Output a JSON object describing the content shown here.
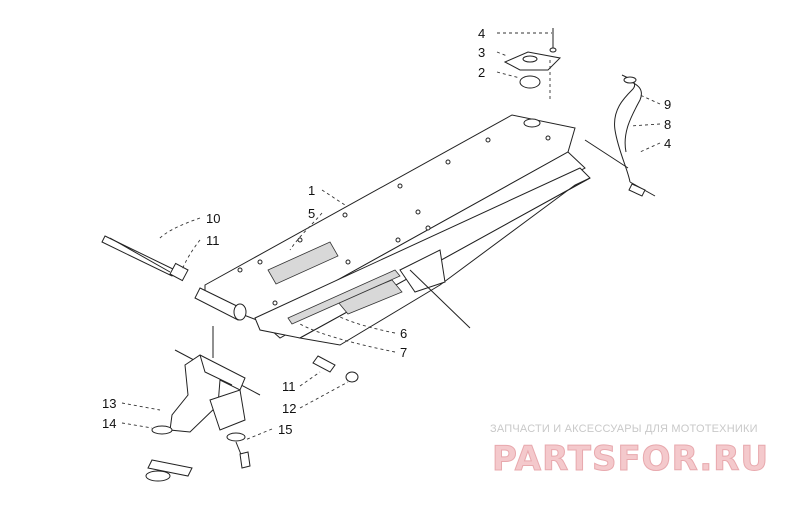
{
  "callouts": [
    {
      "id": "c4a",
      "text": "4"
    },
    {
      "id": "c3",
      "text": "3"
    },
    {
      "id": "c2",
      "text": "2"
    },
    {
      "id": "c9",
      "text": "9"
    },
    {
      "id": "c8",
      "text": "8"
    },
    {
      "id": "c4b",
      "text": "4"
    },
    {
      "id": "c1",
      "text": "1"
    },
    {
      "id": "c5",
      "text": "5"
    },
    {
      "id": "c10",
      "text": "10"
    },
    {
      "id": "c11a",
      "text": "11"
    },
    {
      "id": "c6",
      "text": "6"
    },
    {
      "id": "c7",
      "text": "7"
    },
    {
      "id": "c11b",
      "text": "11"
    },
    {
      "id": "c12",
      "text": "12"
    },
    {
      "id": "c13",
      "text": "13"
    },
    {
      "id": "c14",
      "text": "14"
    },
    {
      "id": "c15",
      "text": "15"
    }
  ],
  "watermark": {
    "caption": "ЗАПЧАСТИ И АКСЕССУАРЫ ДЛЯ МОТОТЕХНИКИ",
    "logo": "PARTSFOR.RU"
  },
  "colors": {
    "line": "#222222",
    "shade": "#d8d8d8",
    "watermark_caption": "#c9c9c9",
    "watermark_logo": "#f4c9cc"
  }
}
